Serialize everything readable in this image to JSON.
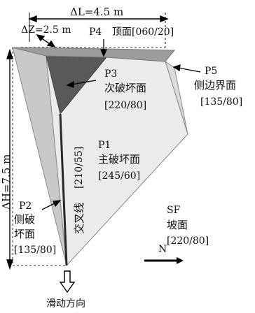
{
  "dimensions": {
    "length": "ΔL=4.5 m",
    "depth": "ΔZ=2.5 m",
    "height": "ΔH=7.5 m"
  },
  "planes": {
    "p4": {
      "id": "P4",
      "name": "顶面",
      "orientation": "[060/20]"
    },
    "p3": {
      "id": "P3",
      "name": "次破坏面",
      "orientation": "[220/80]"
    },
    "p5": {
      "id": "P5",
      "name": "侧边界面",
      "orientation": "[135/80]"
    },
    "p1": {
      "id": "P1",
      "name": "主破坏面",
      "orientation": "[245/60]"
    },
    "p2": {
      "id": "P2",
      "name_line1": "侧破",
      "name_line2": "坏面",
      "orientation": "[135/80]"
    },
    "sf": {
      "id": "SF",
      "name": "坡面",
      "orientation": "[220/80]"
    }
  },
  "intersection_line": {
    "label": "交叉线",
    "orientation": "[210/55]"
  },
  "north": {
    "label": "N"
  },
  "sliding": {
    "label": "滑动方向"
  },
  "colors": {
    "top_face": "#9c9c9c",
    "secondary_face": "#595959",
    "side_face": "#c9c9c9",
    "main_face": "#ececec",
    "edge": "#7a7a7a"
  }
}
